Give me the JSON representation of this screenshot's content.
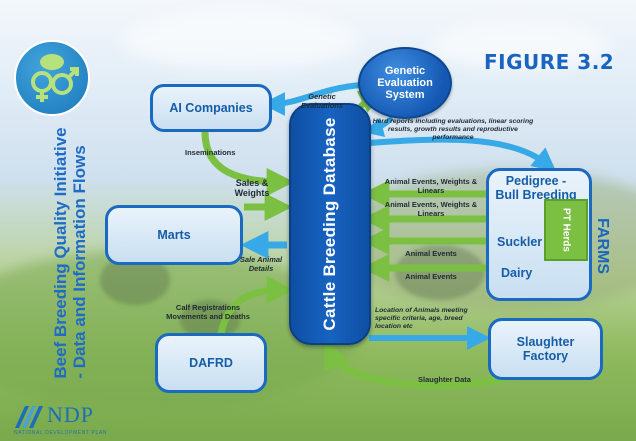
{
  "figure_label": "FIGURE 3.2",
  "side_title": {
    "line1": "Beef Breeding Quality Initiative",
    "line2": "- Data and Information Flows"
  },
  "database_label": "Cattle Breeding Database",
  "nodes": {
    "genetic_evaluation": "Genetic Evaluation System",
    "ai_companies": "AI Companies",
    "marts": "Marts",
    "dafrd": "DAFRD",
    "slaughter_factory": "Slaughter Factory",
    "pedigree": "Pedigree - Bull Breeding",
    "suckler": "Suckler",
    "dairy": "Dairy",
    "pt_herds": "PT Herds",
    "farms": "FARMS"
  },
  "flow_labels": {
    "genetic_evaluations": "Genetic Evaluations",
    "inseminations": "Inseminations",
    "sales_weights": "Sales & Weights",
    "sale_animal_details": "Sale Animal Details",
    "calf_registrations": "Calf Registrations Movements and Deaths",
    "herd_reports": "Herd reports including evaluations, linear scoring results, growth results and reproductive performance",
    "pedigree_events": "Animal Events, Weights & Linears",
    "pt_events": "Animal Events, Weights & Linears",
    "suckler_events": "Animal Events",
    "dairy_events": "Animal Events",
    "location_animals": "Location of Animals meeting specific criteria, age, breed location etc",
    "slaughter_data": "Slaughter Data"
  },
  "logo": {
    "ndp_text": "NDP",
    "ndp_subtitle": "NATIONAL DEVELOPMENT PLAN"
  },
  "colors": {
    "green_arrow": "#7cc043",
    "blue_arrow": "#36a9e6",
    "box_border": "#1a6ac2",
    "database": "#1763c1"
  }
}
